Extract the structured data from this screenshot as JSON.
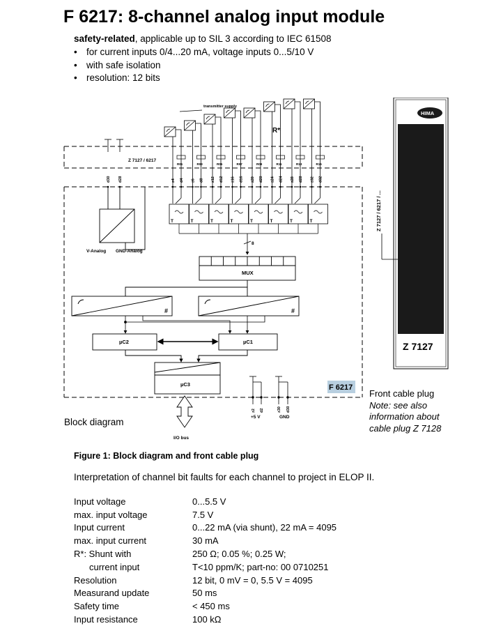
{
  "header": {
    "title": "F 6217: 8-channel analog input module",
    "subtitle_bold": "safety-related",
    "subtitle_rest": ", applicable up to SIL 3 according to IEC 61508"
  },
  "bullets": [
    "for current inputs 0/4...20 mA, voltage inputs 0...5/10 V",
    "with safe isolation",
    "resolution: 12 bits"
  ],
  "diagram": {
    "transmitter_supply": "transmitter supply",
    "z_label": "Z 7127 / 6217",
    "r_star": "R*",
    "resistors": [
      "R01",
      "R03",
      "R05",
      "R07",
      "R09",
      "R11",
      "R13",
      "R15"
    ],
    "terminals_top": [
      "d30",
      "d28",
      "z4",
      "d4",
      "z6",
      "d8",
      "z12",
      "d12",
      "z16",
      "d16",
      "z20",
      "d20",
      "z24",
      "d24",
      "z28",
      "d28",
      "z32",
      "d32"
    ],
    "v_analog": "V-Analog",
    "gnd_analog": "GND-Analog",
    "bus_count": "8",
    "mux": "MUX",
    "uc2": "µC2",
    "uc1": "µC1",
    "uc3": "µC3",
    "module_code": "F 6217",
    "terminals_bottom": [
      "z2",
      "d2",
      "z30",
      "d30"
    ],
    "plus5v": "+5 V",
    "gnd": "GND",
    "io_bus": "I/O bus",
    "plug_vertical_label": "Z 7127 / 6217 / ...",
    "hima_logo": "HIMA",
    "plug_name": "Z 7127"
  },
  "block_diagram_label": "Block diagram",
  "front_cable_plug": {
    "title": "Front cable plug",
    "note_lines": [
      "Note: see also",
      "information about",
      "cable plug Z 7128"
    ]
  },
  "figure_caption": "Figure 1: Block diagram and front cable plug",
  "interpretation": "Interpretation of channel bit faults for each channel to project in ELOP II.",
  "specs": [
    {
      "label": "Input voltage",
      "value": "0...5.5 V"
    },
    {
      "label": "max. input voltage",
      "value": "7.5 V"
    },
    {
      "label": "Input current",
      "value": "0...22 mA (via shunt), 22 mA = 4095"
    },
    {
      "label": "max. input current",
      "value": "30 mA"
    },
    {
      "label": "R*: Shunt with",
      "value": "250 Ω; 0.05 %; 0.25 W;"
    },
    {
      "label": "current input",
      "value": "T<10 ppm/K; part-no: 00 0710251",
      "indent": true
    },
    {
      "label": "Resolution",
      "value": "12 bit, 0 mV = 0, 5.5 V = 4095"
    },
    {
      "label": "Measurand update",
      "value": "50 ms"
    },
    {
      "label": "Safety time",
      "value": "< 450 ms"
    },
    {
      "label": "Input resistance",
      "value": "100 kΩ"
    }
  ],
  "colors": {
    "text": "#000000",
    "highlight": "#b8cfe0",
    "plug_body": "#1a1a1a"
  }
}
